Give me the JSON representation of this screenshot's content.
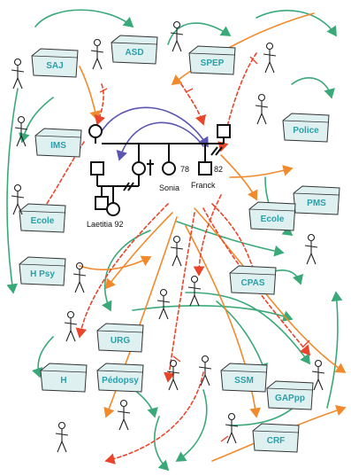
{
  "colors": {
    "teal": "#2a9fa8",
    "green_arrow": "#3aa97a",
    "orange_arrow": "#f08a2c",
    "red_dashed": "#e8452c",
    "purple_arrow": "#5a55b0",
    "ink": "#111111",
    "box_fill": "#dff0f1"
  },
  "services": [
    {
      "label": "SAJ"
    },
    {
      "label": "ASD"
    },
    {
      "label": "SPEP"
    },
    {
      "label": "IMS"
    },
    {
      "label": "Police"
    },
    {
      "label": "Ecole"
    },
    {
      "label": "PMS"
    },
    {
      "label": "Ecole"
    },
    {
      "label": "H Psy"
    },
    {
      "label": "CPAS"
    },
    {
      "label": "URG"
    },
    {
      "label": "H"
    },
    {
      "label": "Pédopsy"
    },
    {
      "label": "SSM"
    },
    {
      "label": "GAPpp"
    },
    {
      "label": "CRF"
    }
  ],
  "family": {
    "sonia_age": "78",
    "franck_age": "82",
    "sonia_name": "Sonia",
    "franck_name": "Franck",
    "laetitia": "Laetitia 92"
  }
}
